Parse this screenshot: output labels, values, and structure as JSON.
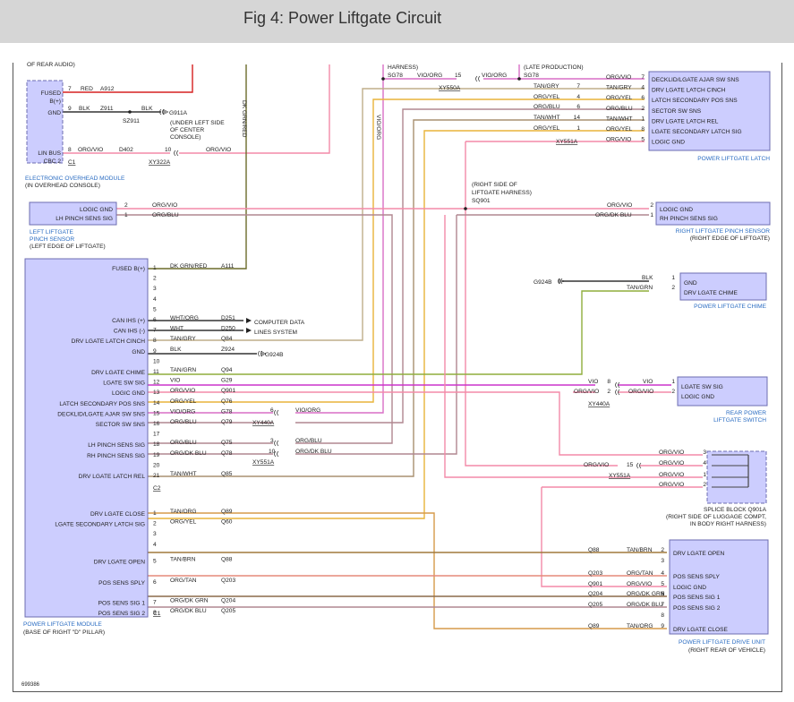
{
  "title": "Fig 4: Power Liftgate Circuit",
  "figure_id": "699386",
  "colors": {
    "header_bg": "#d6d6d6",
    "module_fill": "#cccdfe",
    "module_stroke": "#6d6db0",
    "module_label": "#2a6cc2",
    "text": "#222222",
    "wire_red": "#d62020",
    "wire_org_vio": "#f38aa8",
    "wire_org_blu": "#b08790",
    "wire_vio": "#cc33cc",
    "wire_org_yel": "#e8b43a",
    "wire_vio_org": "#d86fc6",
    "wire_tan_gry": "#bfae8a",
    "wire_tan_wht": "#a89070",
    "wire_tan_grn": "#8fae3c",
    "wire_tan_org": "#d69a4a",
    "wire_tan_brn": "#a0783c",
    "wire_org_tan": "#e58a7a",
    "wire_org_dkgrn": "#8c6a4a",
    "wire_dkgrn_red": "#6b6b2a",
    "wire_blk": "#333333"
  },
  "top_texts": {
    "partial_left": "OF REAR AUDIO)",
    "harness": "HARNESS)",
    "late_prod": "(LATE PRODUCTION)",
    "sg78a": "SG78",
    "sg78b": "SG78",
    "vio_org_a": "VIO/ORG",
    "vio_org_b": "VIO/ORG",
    "pin15": "15",
    "xy550a": "XY550A",
    "dk_grn_red_v": "DK GRN/RED",
    "vio_org_v": "VIO/ORG"
  },
  "eom": {
    "fused": "FUSED",
    "b_plus": "B(+)",
    "gnd": "GND",
    "lin_bus": "LIN BUS",
    "cbc2": "CBC 2",
    "c1": "C1",
    "label1": "ELECTRONIC OVERHEAD MODULE",
    "label2": "(IN OVERHEAD CONSOLE)",
    "pin7": "7",
    "red": "RED",
    "a912": "A912",
    "pin9": "9",
    "blk": "BLK",
    "z911": "Z911",
    "blk2": "BLK",
    "g911a": "G911A",
    "sz911": "SZ911",
    "under1": "(UNDER LEFT SIDE",
    "under2": "OF CENTER",
    "under3": "CONSOLE)",
    "pin8": "8",
    "org_vio": "ORG/VIO",
    "d402": "D402",
    "pin10": "10",
    "org_vio2": "ORG/VIO",
    "xy322a": "XY322A"
  },
  "plc": {
    "pins": [
      {
        "num": "7",
        "wire": "ORG/VIO",
        "name": "DECKLID/LGATE AJAR SW SNS"
      },
      {
        "num": "4",
        "wire": "TAN/GRY",
        "name": "DRV LGATE LATCH CINCH"
      },
      {
        "num": "6",
        "wire": "ORG/YEL",
        "name": "LATCH SECONDARY POS SNS"
      },
      {
        "num": "2",
        "wire": "ORG/BLU",
        "name": "SECTOR SW SNS"
      },
      {
        "num": "1",
        "wire": "TAN/WHT",
        "name": "DRV LGATE LATCH REL"
      },
      {
        "num": "8",
        "wire": "ORG/YEL",
        "name": "LGATE SECONDARY LATCH SIG"
      },
      {
        "num": "5",
        "wire": "ORG/VIO",
        "name": "LOGIC GND"
      }
    ],
    "left_pins": [
      {
        "num": "7",
        "wire": "TAN/GRY"
      },
      {
        "num": "4",
        "wire": "ORG/YEL"
      },
      {
        "num": "6",
        "wire": "ORG/BLU"
      },
      {
        "num": "14",
        "wire": "TAN/WHT"
      },
      {
        "num": "1",
        "wire": "ORG/YEL"
      }
    ],
    "xy551a": "XY551A",
    "org_vio5": "ORG/VIO",
    "label": "POWER LIFTGATE LATCH"
  },
  "llps": {
    "logic_gnd": "LOGIC GND",
    "lh_pinch": "LH PINCH SENS SIG",
    "pin2": "2",
    "org_vio": "ORG/VIO",
    "pin1": "1",
    "org_blu": "ORG/BLU",
    "label1": "LEFT LIFTGATE",
    "label2": "PINCH SENSOR",
    "label3": "(LEFT EDGE OF LIFTGATE)"
  },
  "rlps": {
    "logic_gnd": "LOGIC GND",
    "rh_pinch": "RH PINCH SENS SIG",
    "pin2": "2",
    "pin1": "1",
    "org_vio": "ORG/VIO",
    "org_dkblu": "ORG/DK BLU",
    "label1": "RIGHT LIFTGATE PINCH SENSOR",
    "label2": "(RIGHT EDGE OF LIFTGATE)"
  },
  "sq901": {
    "l1": "(RIGHT SIDE OF",
    "l2": "LIFTGATE HARNESS)",
    "l3": "SQ901"
  },
  "chime": {
    "gnd": "GND",
    "drv": "DRV LGATE CHIME",
    "pin1": "1",
    "pin2": "2",
    "blk": "BLK",
    "tan_grn": "TAN/GRN",
    "g924b": "G924B",
    "label": "POWER LIFTGATE CHIME"
  },
  "plm": {
    "c1_pins": [
      {
        "name": "FUSED B(+)",
        "num": "1",
        "wire": "DK GRN/RED",
        "circuit": "A111"
      },
      {
        "name": "",
        "num": "2",
        "wire": "",
        "circuit": ""
      },
      {
        "name": "",
        "num": "3",
        "wire": "",
        "circuit": ""
      },
      {
        "name": "",
        "num": "4",
        "wire": "",
        "circuit": ""
      },
      {
        "name": "",
        "num": "5",
        "wire": "",
        "circuit": ""
      },
      {
        "name": "CAN IHS (+)",
        "num": "6",
        "wire": "WHT/ORG",
        "circuit": "D251"
      },
      {
        "name": "CAN IHS (-)",
        "num": "7",
        "wire": "WHT",
        "circuit": "D250"
      },
      {
        "name": "DRV LGATE LATCH CINCH",
        "num": "8",
        "wire": "TAN/GRY",
        "circuit": "Q84"
      },
      {
        "name": "GND",
        "num": "9",
        "wire": "BLK",
        "circuit": "Z924"
      },
      {
        "name": "",
        "num": "10",
        "wire": "",
        "circuit": ""
      },
      {
        "name": "DRV LGATE CHIME",
        "num": "11",
        "wire": "TAN/GRN",
        "circuit": "Q94"
      },
      {
        "name": "LGATE SW SIG",
        "num": "12",
        "wire": "VIO",
        "circuit": "G29"
      },
      {
        "name": "LOGIC GND",
        "num": "13",
        "wire": "ORG/VIO",
        "circuit": "Q901"
      },
      {
        "name": "LATCH SECONDARY POS SNS",
        "num": "14",
        "wire": "ORG/YEL",
        "circuit": "Q76"
      },
      {
        "name": "DECKLID/LGATE AJAR SW SNS",
        "num": "15",
        "wire": "VIO/ORG",
        "circuit": "G78"
      },
      {
        "name": "SECTOR SW SNS",
        "num": "16",
        "wire": "ORG/BLU",
        "circuit": "Q79"
      },
      {
        "name": "",
        "num": "17",
        "wire": "",
        "circuit": ""
      },
      {
        "name": "LH PINCH SENS SIG",
        "num": "18",
        "wire": "ORG/BLU",
        "circuit": "Q75"
      },
      {
        "name": "RH PINCH SENS SIG",
        "num": "19",
        "wire": "ORG/DK BLU",
        "circuit": "Q78"
      },
      {
        "name": "",
        "num": "20",
        "wire": "",
        "circuit": ""
      },
      {
        "name": "DRV LGATE LATCH REL",
        "num": "21",
        "wire": "TAN/WHT",
        "circuit": "Q85"
      }
    ],
    "c2": "C2",
    "c2_pins": [
      {
        "name": "DRV LGATE CLOSE",
        "num": "1",
        "wire": "TAN/ORG",
        "circuit": "Q89"
      },
      {
        "name": "LGATE SECONDARY LATCH SIG",
        "num": "2",
        "wire": "ORG/YEL",
        "circuit": "Q60"
      },
      {
        "name": "",
        "num": "3",
        "wire": "",
        "circuit": ""
      },
      {
        "name": "",
        "num": "4",
        "wire": "",
        "circuit": ""
      },
      {
        "name": "DRV LGATE OPEN",
        "num": "5",
        "wire": "TAN/BRN",
        "circuit": "Q88"
      },
      {
        "name": "POS SENS SPLY",
        "num": "6",
        "wire": "ORG/TAN",
        "circuit": "Q203"
      },
      {
        "name": "POS SENS SIG 1",
        "num": "7",
        "wire": "ORG/DK GRN",
        "circuit": "Q204"
      },
      {
        "name": "POS SENS SIG 2",
        "num": "8",
        "wire": "ORG/DK BLU",
        "circuit": "Q205"
      }
    ],
    "c1": "C1",
    "label1": "POWER LIFTGATE MODULE",
    "label2": "(BASE OF RIGHT \"D\" PILLAR)",
    "comp1": "COMPUTER DATA",
    "comp2": "LINES SYSTEM",
    "g924b": "G924B",
    "xy440a_inline": {
      "pin": "6",
      "wire": "VIO/ORG",
      "conn": "XY440A"
    },
    "xy551a_inline": [
      {
        "pin": "3",
        "wire": "ORG/BLU"
      },
      {
        "pin": "10",
        "wire": "ORG/DK BLU"
      }
    ],
    "xy551a_conn": "XY551A"
  },
  "rps": {
    "lgate_sw": "LGATE SW SIG",
    "logic_gnd": "LOGIC GND",
    "pin1": "1",
    "pin2": "2",
    "vio": "VIO",
    "org_vio": "ORG/VIO",
    "left_pins": [
      {
        "num": "8",
        "wire": "VIO"
      },
      {
        "num": "2",
        "wire": "ORG/VIO"
      }
    ],
    "xy440a": "XY440A",
    "label1": "REAR POWER",
    "label2": "LIFTGATE SWITCH"
  },
  "splice": {
    "pins": [
      {
        "num": "3",
        "wire": "ORG/VIO"
      },
      {
        "num": "4",
        "wire": "ORG/VIO"
      },
      {
        "num": "1",
        "wire": "ORG/VIO"
      },
      {
        "num": "2",
        "wire": "ORG/VIO"
      }
    ],
    "inline": {
      "pin": "15",
      "wire": "ORG/VIO",
      "conn": "XY551A"
    },
    "label1": "SPLICE BLOCK Q901A",
    "label2": "(RIGHT SIDE OF LUGGAGE COMPT,",
    "label3": "IN BODY RIGHT HARNESS)"
  },
  "drive": {
    "pins": [
      {
        "num": "2",
        "wire": "TAN/BRN",
        "circuit": "Q88",
        "name": "DRV LGATE OPEN"
      },
      {
        "num": "3",
        "wire": "",
        "circuit": "",
        "name": ""
      },
      {
        "num": "4",
        "wire": "ORG/TAN",
        "circuit": "Q203",
        "name": "POS SENS SPLY"
      },
      {
        "num": "5",
        "wire": "ORG/VIO",
        "circuit": "Q901",
        "name": "LOGIC GND"
      },
      {
        "num": "6",
        "wire": "ORG/DK GRN",
        "circuit": "Q204",
        "name": "POS SENS SIG 1"
      },
      {
        "num": "7",
        "wire": "ORG/DK BLU",
        "circuit": "Q205",
        "name": "POS SENS SIG 2"
      },
      {
        "num": "8",
        "wire": "",
        "circuit": "",
        "name": ""
      },
      {
        "num": "9",
        "wire": "TAN/ORG",
        "circuit": "Q89",
        "name": "DRV LGATE CLOSE"
      }
    ],
    "label1": "POWER LIFTGATE DRIVE UNIT",
    "label2": "(RIGHT REAR OF VEHICLE)"
  }
}
